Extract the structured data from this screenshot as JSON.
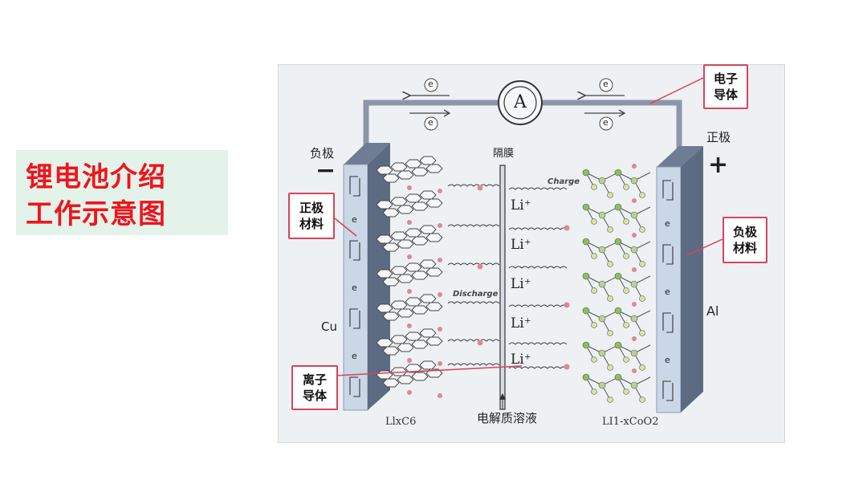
{
  "title": {
    "line1": "锂电池介绍",
    "line2": "工作示意图"
  },
  "diagram": {
    "anode_sign": "负极",
    "cathode_sign": "正极",
    "minus_symbol": "−",
    "plus_symbol": "+",
    "separator": "隔膜",
    "electrolyte": "电解质溶液",
    "anode_metal": "Cu",
    "cathode_metal": "Al",
    "anode_formula": "LlxC6",
    "cathode_formula": "LI1-xCoO2",
    "ammeter": "A",
    "electron_symbol": "e",
    "charge_label": "Charge",
    "discharge_label": "Discharge",
    "ion_label": "Li⁺"
  },
  "callouts": {
    "electron_conductor": [
      "电子",
      "导体"
    ],
    "left_material": [
      "正极",
      "材料"
    ],
    "right_material": [
      "负极",
      "材料"
    ],
    "ion_conductor": [
      "离子",
      "导体"
    ]
  },
  "colors": {
    "title_red": "#f0141c",
    "callout_border": "#d9435a",
    "title_bg": "#e3f3ea"
  }
}
